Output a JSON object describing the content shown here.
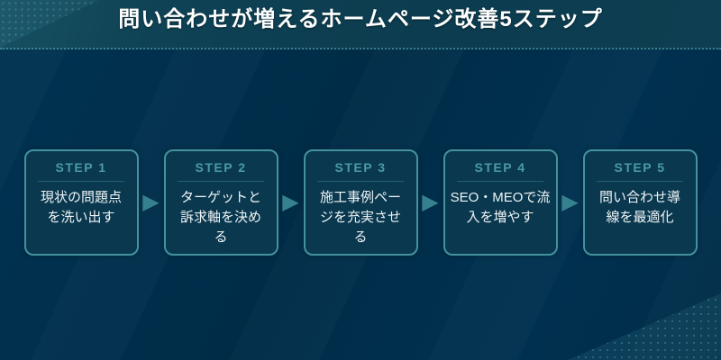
{
  "header": {
    "title": "問い合わせが増えるホームページ改善5ステップ"
  },
  "steps": [
    {
      "label": "STEP 1",
      "text": "現状の問題点\nを洗い出す"
    },
    {
      "label": "STEP 2",
      "text": "ターゲットと\n訴求軸を決め\nる"
    },
    {
      "label": "STEP 3",
      "text": "施工事例ペー\nジを充実させ\nる"
    },
    {
      "label": "STEP 4",
      "text": "SEO・MEOで流\n入を増やす"
    },
    {
      "label": "STEP 5",
      "text": "問い合わせ導\n線を最適化"
    }
  ],
  "icons": {
    "arrow_right": "▶"
  },
  "colors": {
    "header_bg": "#0d3e51",
    "header_bg_light": "#175062",
    "page_bg": "#002e4b",
    "card_bg": "#0a384f",
    "card_border": "#43929f",
    "step_label": "#4a9aa8",
    "card_divider": "#1f5f70",
    "arrow": "#35818f",
    "title_text": "#ffffff",
    "body_text": "#eef4f6",
    "header_rule": "#2f7082"
  }
}
